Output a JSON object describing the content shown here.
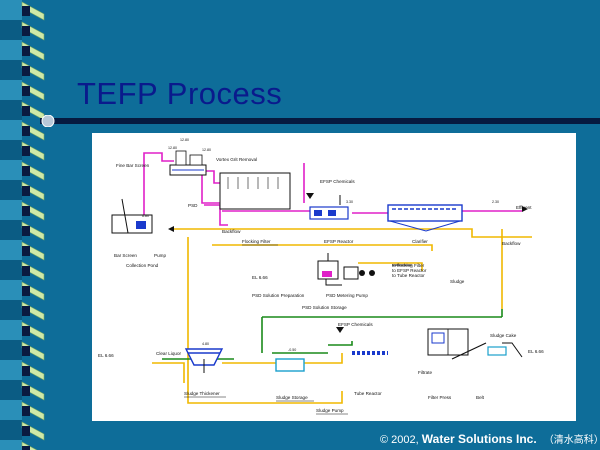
{
  "slide": {
    "title": "TEFP Process",
    "footer": {
      "copyright": "© 2002,",
      "company": "Water Solutions Inc.",
      "chinese": "（清水高科）"
    }
  },
  "diagram": {
    "labels": {
      "fine_bar_screen": "Fine Bar Screen",
      "vortex_grit_removal": "Vortex Grit Removal",
      "efsp_chemicals_top": "EFSP Chemicals",
      "psd_top": "PSD",
      "effluent": "Effluent",
      "backflow_left": "Backflow",
      "backflow_right": "Backflow",
      "flocking_filter": "Flocking Filter",
      "efsp_reactor": "EFSP Reactor",
      "clarifier": "Clarifier",
      "bar_screen": "Bar Screen",
      "pump": "Pump",
      "collection_pond": "Collection Pond",
      "el_left": "EL 6.66",
      "to_flocking_filter": "to flocking Filter",
      "to_efsp_reactor": "to EFSP Reactor",
      "to_tube_reactor": "to Tube Reactor",
      "sludge_right": "Sludge",
      "psd_solution_preparation": "PSD Solution Preparation",
      "psd_metering_pump": "PSD Metering Pump",
      "psd_solution_storage": "PSD Solution Storage",
      "efsp_chemicals_bottom": "EFSP Chemicals",
      "sludge_cake": "Sludge Cake",
      "el_bottom_left": "EL 6.66",
      "el_bottom_right": "EL 6.66",
      "clear_liquor": "Clear Liquor",
      "filtrate": "Filtrate",
      "sludge_thickener": "Sludge Thickener",
      "sludge_storage": "Sludge Storage",
      "tube_reactor": "Tube Reactor",
      "filter_press": "Filter Press",
      "belt": "Belt",
      "sludge_pump": "Sludge Pump",
      "elev_1": "12.80",
      "elev_2": "12.80",
      "elev_3": "12.80",
      "elev_4": "3.30",
      "elev_5": "2.30",
      "elev_6": "6.80",
      "elev_7": "4.80",
      "elev_8": "-0.50"
    }
  },
  "colors": {
    "background": "#0e6d99",
    "title": "#0a1a8c",
    "magenta": "#e020c8",
    "yellow": "#f0b800",
    "green": "#1a8a1a",
    "blue_equipment": "#1a3acc"
  }
}
